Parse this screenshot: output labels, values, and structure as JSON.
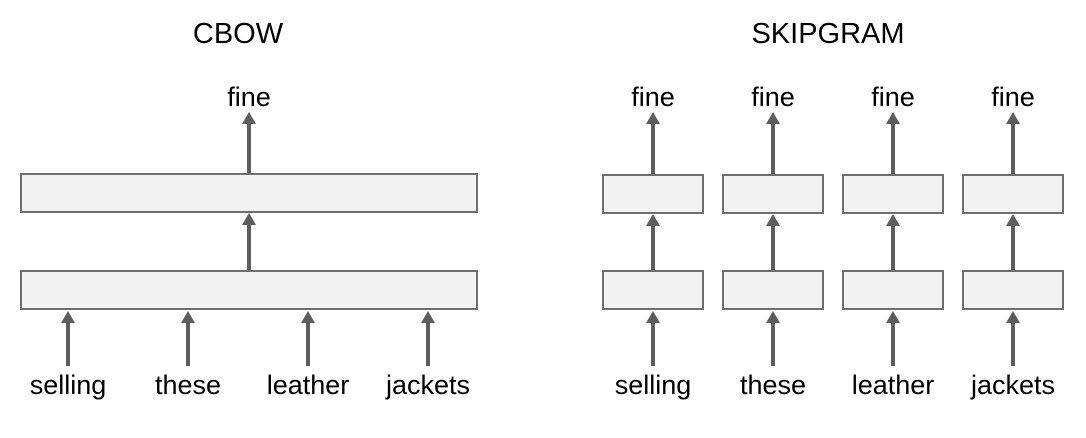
{
  "diagram": {
    "background_color": "#ffffff",
    "text_color": "#000000",
    "arrow_color": "#5d5d5d",
    "box_fill_color": "#f2f2f2",
    "box_border_color": "#6e6e6e"
  },
  "cbow": {
    "title": "CBOW",
    "output_label": "fine",
    "input_words": [
      "selling",
      "these",
      "leather",
      "jackets"
    ]
  },
  "skipgram": {
    "title": "SKIPGRAM",
    "output_labels": [
      "fine",
      "fine",
      "fine",
      "fine"
    ],
    "input_words": [
      "selling",
      "these",
      "leather",
      "jackets"
    ]
  }
}
